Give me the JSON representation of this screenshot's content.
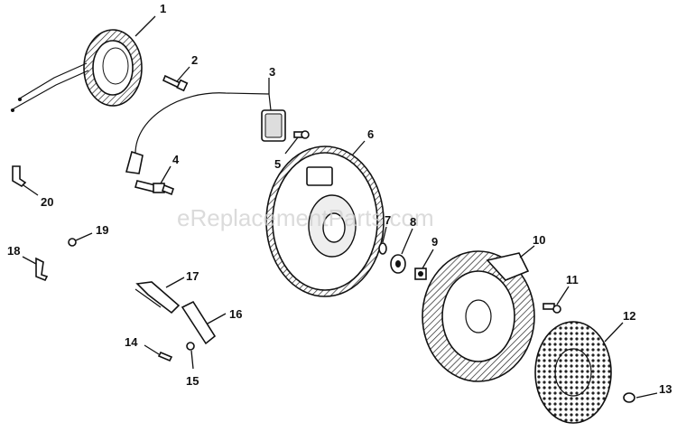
{
  "watermark": "eReplacementParts.com",
  "callouts": [
    "1",
    "2",
    "3",
    "4",
    "5",
    "6",
    "7",
    "8",
    "9",
    "10",
    "11",
    "12",
    "13",
    "14",
    "15",
    "16",
    "17",
    "18",
    "19",
    "20"
  ]
}
